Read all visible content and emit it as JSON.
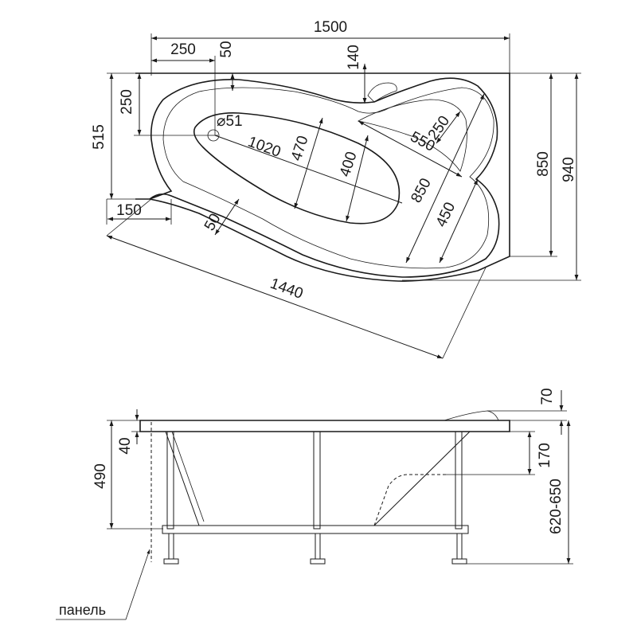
{
  "plan": {
    "dims": {
      "w1500": "1500",
      "w250": "250",
      "w50": "50",
      "w140": "140",
      "h250": "250",
      "h515": "515",
      "d51": "⌀51",
      "d1020": "1020",
      "d470": "470",
      "d400": "400",
      "d550": "550",
      "d250b": "250",
      "d850": "850",
      "d450": "450",
      "h850": "850",
      "h940": "940",
      "w150": "150",
      "w50b": "50",
      "d1440": "1440"
    }
  },
  "side": {
    "dims": {
      "h70": "70",
      "h40": "40",
      "h490": "490",
      "h170": "170",
      "h620_650": "620-650"
    },
    "panel_label": "панель"
  }
}
